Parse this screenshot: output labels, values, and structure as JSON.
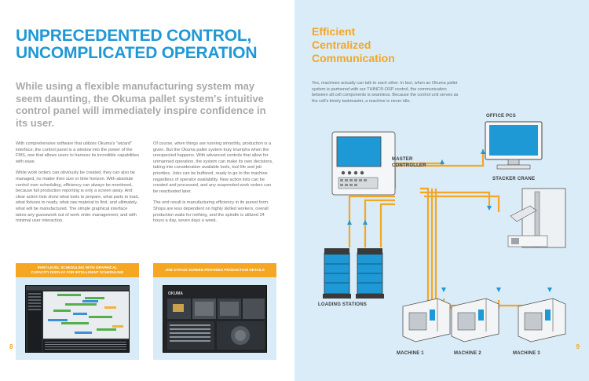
{
  "left": {
    "headline_line1": "UNPRECEDENTED CONTROL,",
    "headline_line2": "UNCOMPLICATED OPERATION",
    "subhead": "While using a flexible manufacturing system may seem daunting, the Okuma pallet system's intuitive control panel will immediately inspire confidence in its user.",
    "col1": [
      "With comprehensive software that utilizes Okuma's \"wizard\" interface, the control panel is a window into the power of the FMS, one that allows users to harness its incredible capabilities with ease.",
      "While work orders can obviously be created, they can also be managed, no matter their size or time horizon. With absolute control over scheduling, efficiency can always be monitored, because full production reporting is only a screen away. And clear action lists show what tools to prepare, what parts to load, what fixtures to ready, what raw material to find, and ultimately, what will be manufactured. The simple graphical interface takes any guesswork out of work order management, and with minimal user interaction."
    ],
    "col2": [
      "Of course, when things are running smoothly, production is a given. But the Okuma pallet system truly triumphs when the unexpected happens. With advanced controls that allow for unmanned operation, the system can make its own decisions, taking into consideration available tools, tool life and job priorities. Jobs can be buffered, ready to go to the machine regardless of operator availability. New action lists can be created and processed, and any suspended work orders can be reactivated later.",
      "The end result is manufacturing efficiency in its purest form. Shops are less dependent on highly skilled workers, overall production waits for nothing, and the spindle is utilized 24 hours a day, seven days a week."
    ],
    "panel1_caption_line1": "PART-LEVEL SCHEDULING WITH GRAPHICAL",
    "panel1_caption_line2": "CAPACITY DISPLAY FOR INTELLIGENT SCHEDULING",
    "panel2_caption": "JOB STATUS SCREEN PROVIDES PRODUCTION DETAILS",
    "screen_logo": "OKUMA",
    "page_number": "8"
  },
  "right": {
    "title_line1": "Efficient",
    "title_line2": "Centralized",
    "title_line3": "Communication",
    "body": "Yes, machines actually can talk to each other. In fact, when an Okuma pallet system is partnered with our THINC®-OSP control, the communication between all cell components is seamless. Because the control unit serves as the cell's timely taskmaster, a machine is never idle.",
    "labels": {
      "office": "OFFICE PCS",
      "master1": "MASTER",
      "master2": "CONTROLLER",
      "stacker": "STACKER CRANE",
      "loading": "LOADING STATIONS",
      "m1": "MACHINE 1",
      "m2": "MACHINE 2",
      "m3": "MACHINE 3"
    },
    "page_number": "9"
  },
  "colors": {
    "blue": "#1f98d6",
    "orange": "#f5a623",
    "panel_bg": "#d9ecf8"
  }
}
